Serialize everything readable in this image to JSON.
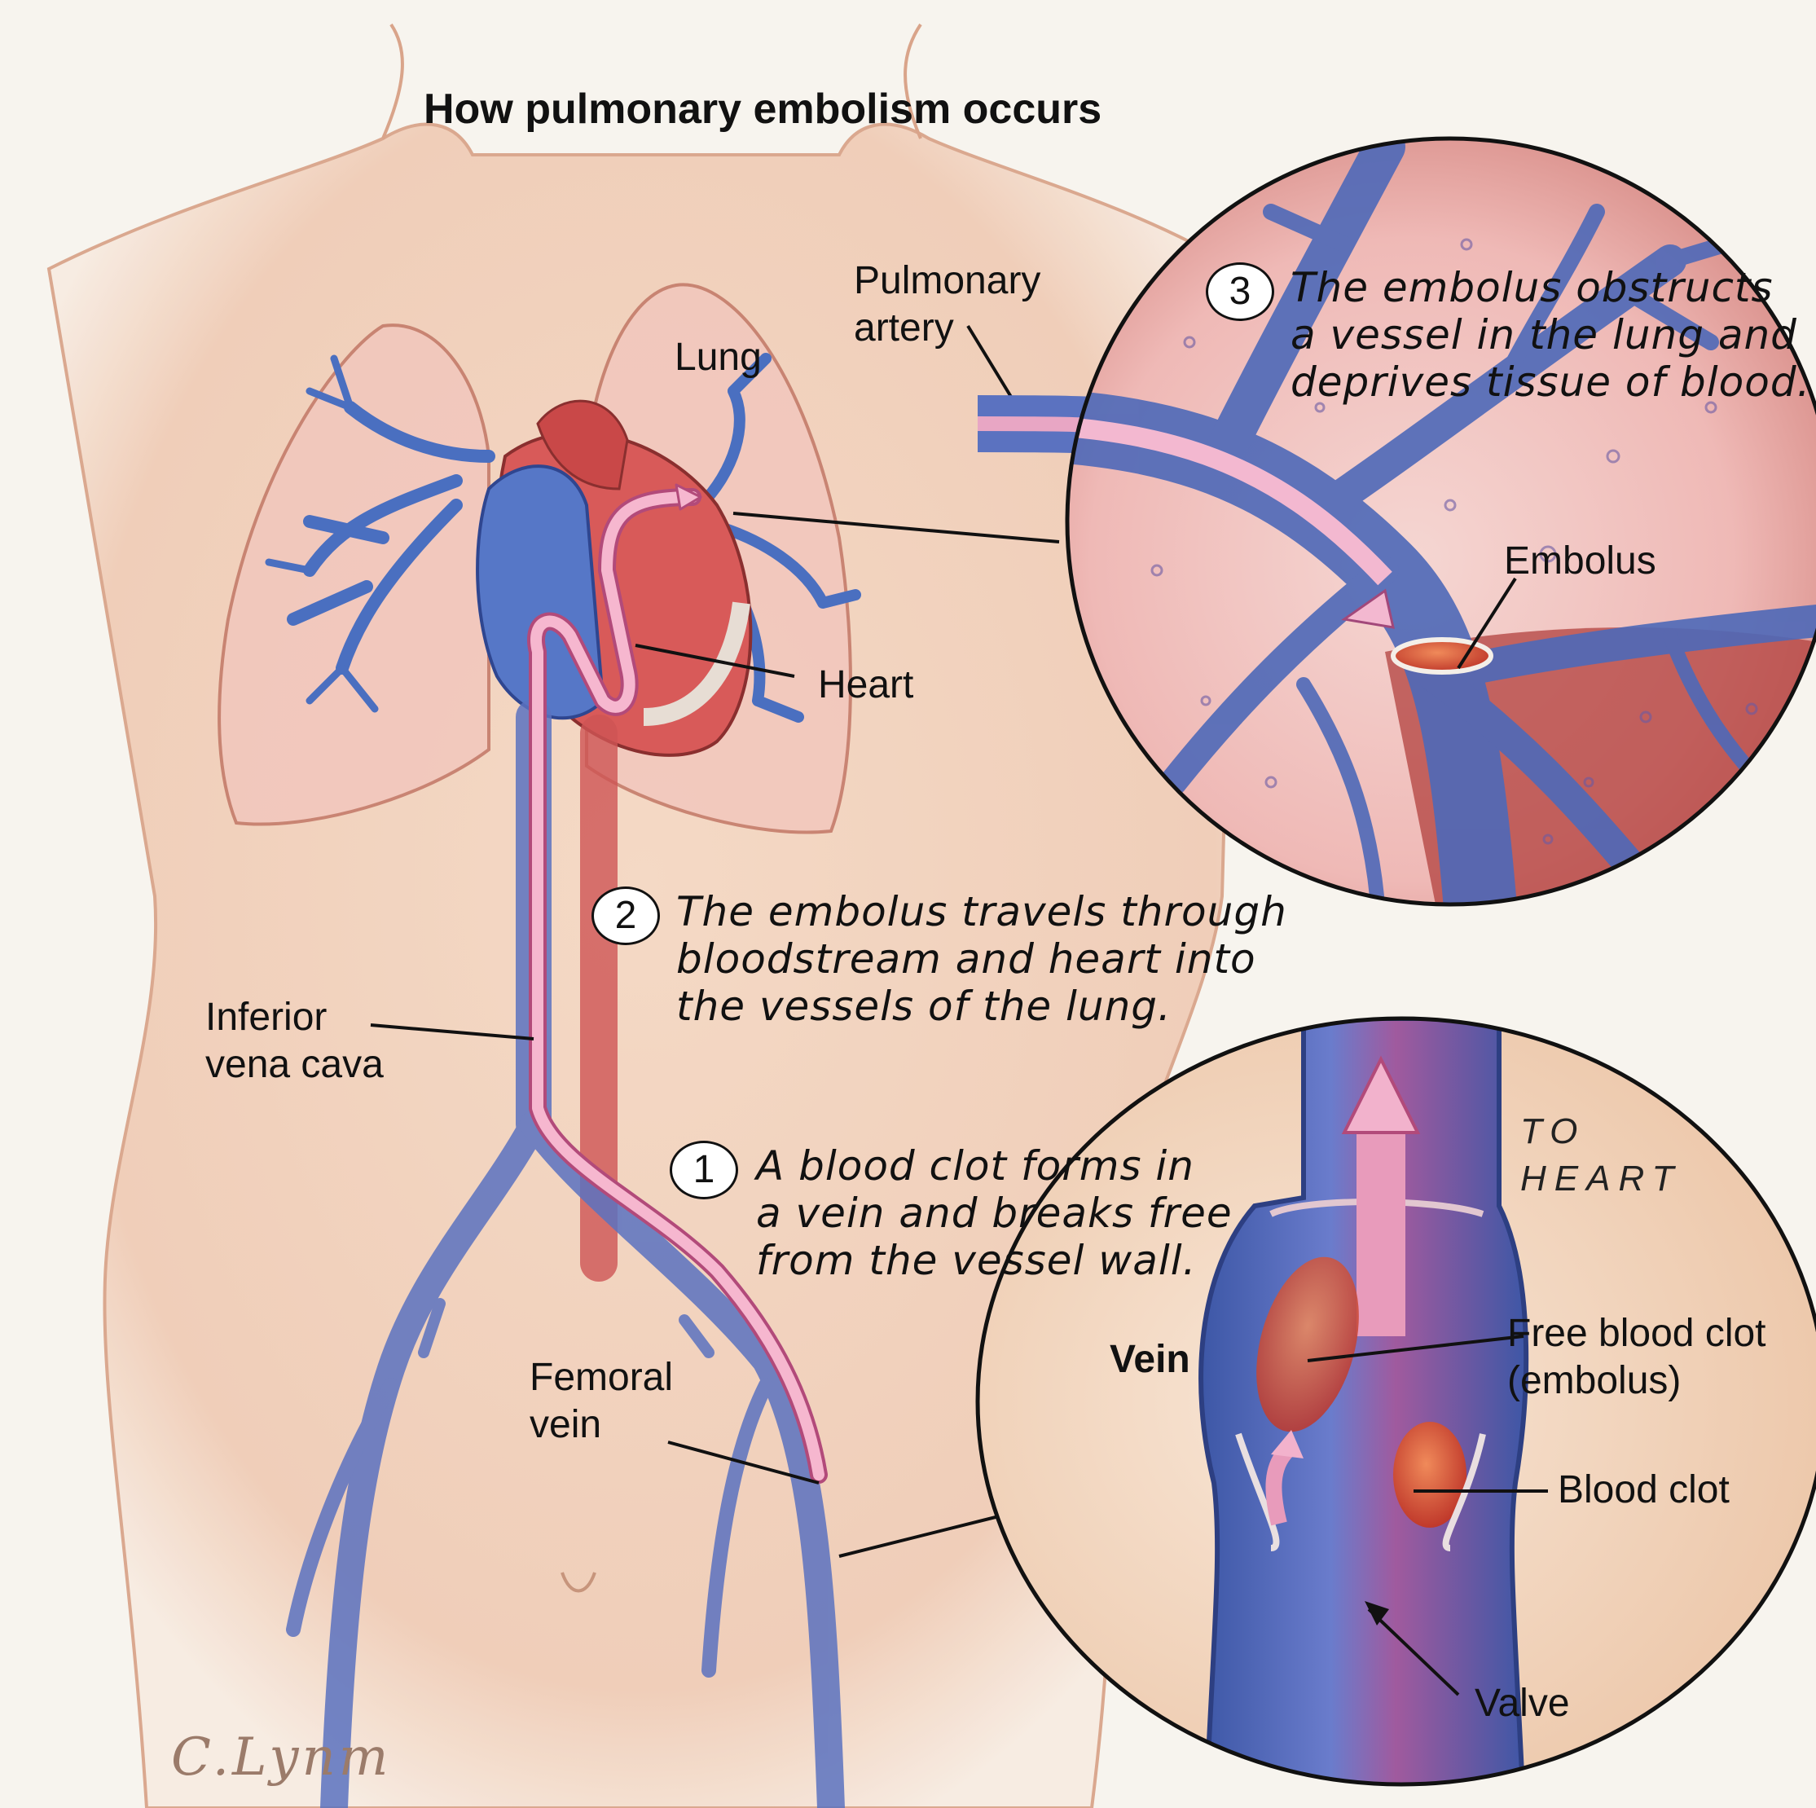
{
  "title": "How pulmonary embolism occurs",
  "labels": {
    "lung": "Lung",
    "pulmonary_artery_1": "Pulmonary",
    "pulmonary_artery_2": "artery",
    "heart": "Heart",
    "embolus": "Embolus",
    "ivc_1": "Inferior",
    "ivc_2": "vena cava",
    "femoral_1": "Femoral",
    "femoral_2": "vein",
    "vein": "Vein",
    "free_clot_1": "Free blood clot",
    "free_clot_2": "(embolus)",
    "blood_clot": "Blood clot",
    "valve": "Valve",
    "to_heart_1": "TO",
    "to_heart_2": "HEART"
  },
  "steps": [
    {
      "number": "1",
      "lines": [
        "A blood clot forms in",
        "a vein and breaks free",
        "from the vessel wall."
      ]
    },
    {
      "number": "2",
      "lines": [
        "The embolus travels through",
        "bloodstream and heart into",
        "the vessels of the lung."
      ]
    },
    {
      "number": "3",
      "lines": [
        "The embolus obstructs",
        "a vessel in the lung and",
        "deprives tissue of blood."
      ]
    }
  ],
  "signature": "C.Lynm",
  "colors": {
    "vein_blue": "#4a6fc0",
    "artery_red": "#d24d4d",
    "flow_pink": "#f2a6c2",
    "skin": "#f3d9c6",
    "lung_tissue": "#f4c9c9"
  }
}
